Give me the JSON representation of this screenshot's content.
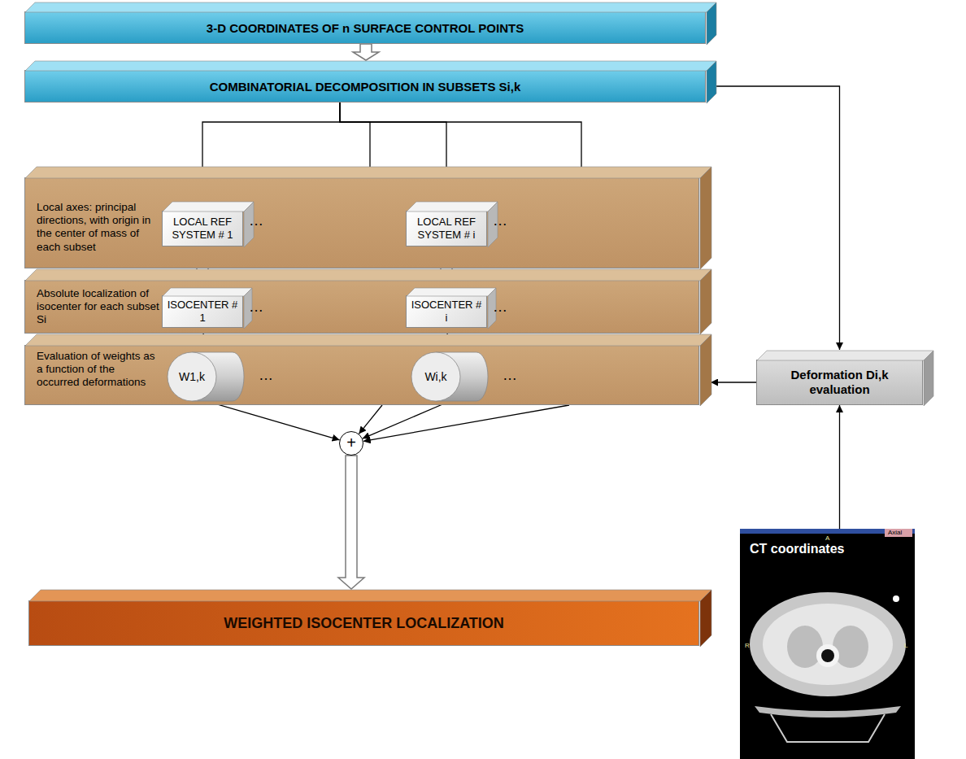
{
  "diagram": {
    "nodes": [
      {
        "text": [
          "3-D COORDINATES OF n SURFACE CONTROL POINTS"
        ]
      },
      {
        "text": [
          "COMBINATORIAL DECOMPOSITION IN SUBSETS Si,k"
        ]
      },
      {
        "text": [
          "Local axes: principal directions, with origin in the center of mass of each subset"
        ]
      },
      {
        "text": [
          "LOCAL REF SYSTEM # 1"
        ],
        "in": 2
      },
      {
        "text": [
          "LOCAL REF SYSTEM # i"
        ],
        "in": 2
      },
      {
        "text": [
          "Absolute localization of isocenter for each subset Si"
        ]
      },
      {
        "text": [
          "ISOCENTER # 1"
        ],
        "in": 5
      },
      {
        "text": [
          "ISOCENTER # i"
        ],
        "in": 5
      },
      {
        "text": [
          "Evaluation of weights as a function of the occurred deformations"
        ]
      },
      {
        "text": [
          "W1,k"
        ],
        "in": 8
      },
      {
        "text": [
          "Wi,k"
        ],
        "in": 8
      },
      {
        "text": [
          "+"
        ]
      },
      {
        "text": [
          "WEIGHTED ISOCENTER LOCALIZATION"
        ]
      },
      {
        "text": [
          "Deformation Di,k evaluation"
        ]
      },
      {
        "text": [
          "CT coordinates"
        ]
      }
    ],
    "edges": [
      {
        "from": 0,
        "to": 1,
        "arrow": "to"
      },
      {
        "from": 1,
        "to": 3,
        "arrow": "to"
      },
      {
        "from": 1,
        "to": 4,
        "arrow": "to"
      },
      {
        "from": 1,
        "to": 2,
        "arrow": "to"
      },
      {
        "from": 1,
        "to": 2,
        "arrow": "to"
      },
      {
        "from": 3,
        "to": 6,
        "arrow": "to"
      },
      {
        "from": 4,
        "to": 7,
        "arrow": "to"
      },
      {
        "from": 6,
        "to": 9,
        "arrow": "to"
      },
      {
        "from": 7,
        "to": 10,
        "arrow": "to"
      },
      {
        "from": 9,
        "to": 11,
        "arrow": "to"
      },
      {
        "from": 8,
        "to": 11,
        "arrow": "to"
      },
      {
        "from": 10,
        "to": 11,
        "arrow": "to"
      },
      {
        "from": 8,
        "to": 11,
        "arrow": "to"
      },
      {
        "from": 11,
        "to": 12,
        "arrow": "to"
      },
      {
        "from": 1,
        "to": 13,
        "arrow": "to"
      },
      {
        "from": 14,
        "to": 13,
        "arrow": "to"
      },
      {
        "from": 13,
        "to": 8,
        "arrow": "to"
      }
    ],
    "labels": [
      "…",
      "…",
      "…",
      "…",
      "…",
      "…",
      "Axial",
      "A",
      "R",
      "L"
    ]
  }
}
